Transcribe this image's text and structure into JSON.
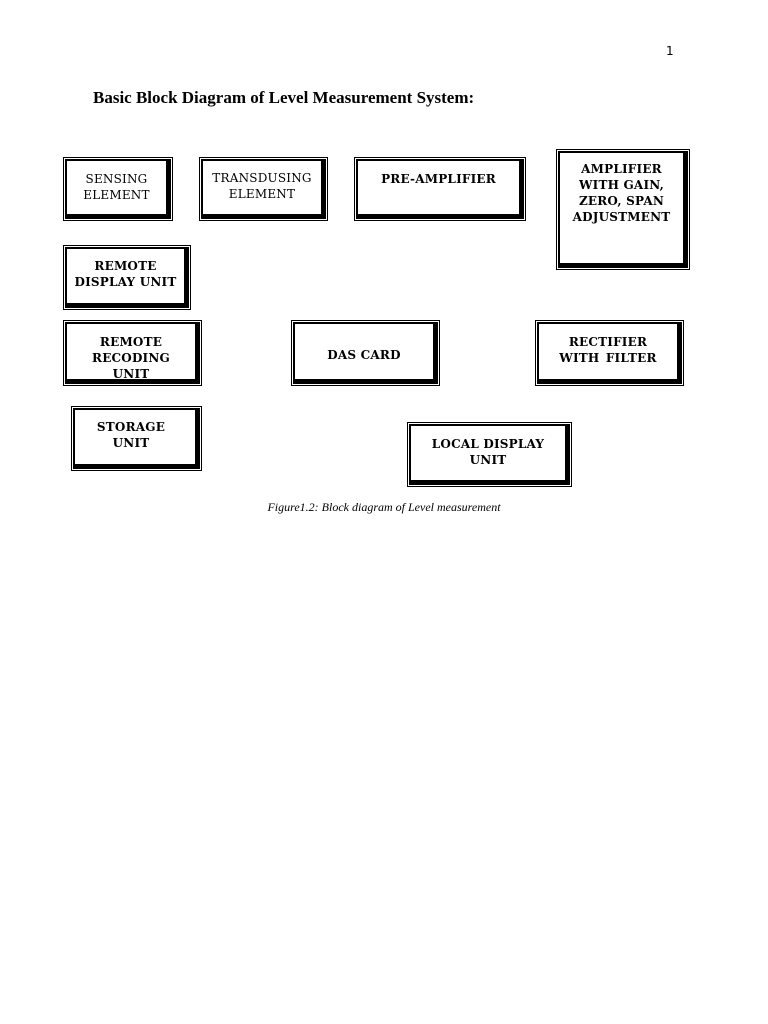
{
  "page": {
    "number": "1",
    "title": "Basic Block Diagram of Level Measurement System:",
    "caption": "Figure1.2: Block diagram of Level measurement"
  },
  "blocks": {
    "sensing_element": "SENSING\nELEMENT",
    "transducing_element": "TRANSDUSING\nELEMENT",
    "pre_amplifier": "PRE-AMPLIFIER",
    "amplifier": "AMPLIFIER\nWITH GAIN,\nZERO, SPAN\nADJUSTMENT",
    "remote_display_unit": "REMOTE\nDISPLAY UNIT",
    "remote_recording_unit": "REMOTE\nRECODING\nUNIT",
    "das_card": "DAS CARD",
    "rectifier_with_filter": "RECTIFIER\nWITH     FILTER",
    "storage_unit": "STORAGE\nUNIT",
    "local_display_unit": "LOCAL DISPLAY\nUNIT"
  }
}
